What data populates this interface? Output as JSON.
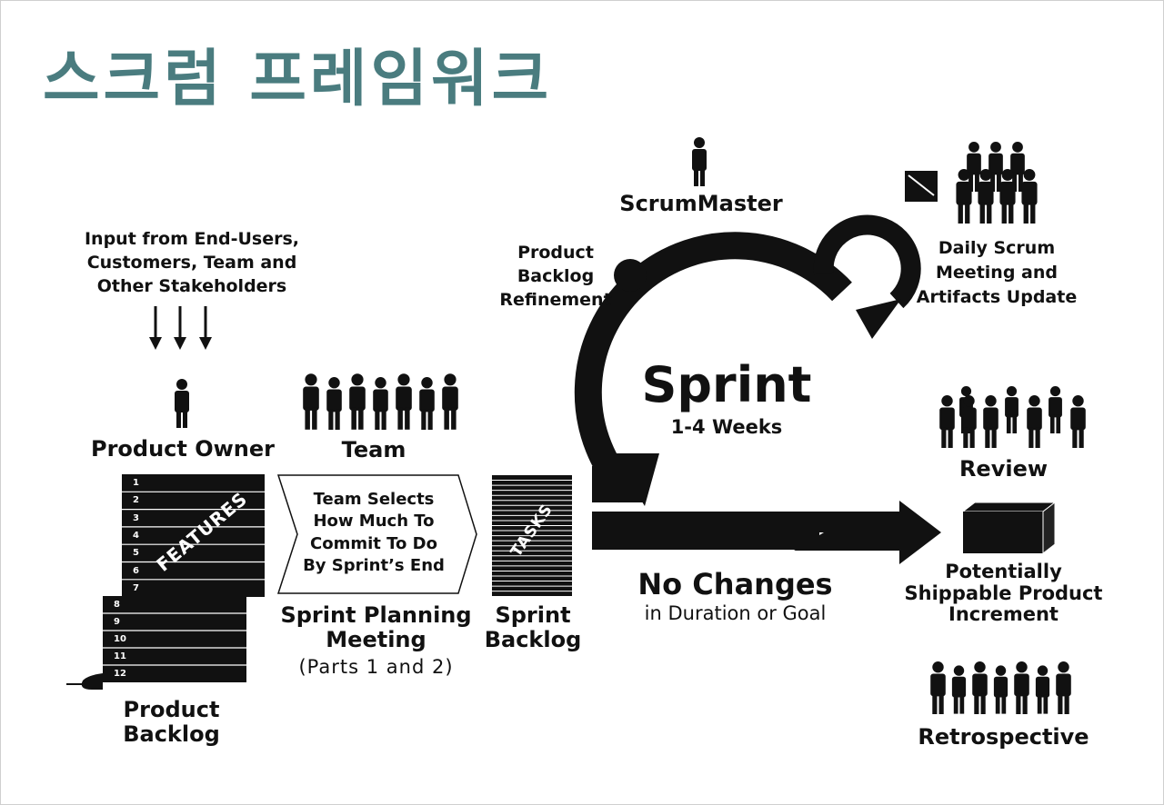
{
  "title": "스크럼 프레임워크",
  "input_text": "Input from End-Users,\nCustomers, Team and\nOther Stakeholders",
  "product_owner": "Product Owner",
  "team": "Team",
  "product_backlog": {
    "label": "Product\nBacklog",
    "ribbon": "FEATURES",
    "rows_top": [
      "1",
      "2",
      "3",
      "4",
      "5",
      "6",
      "7"
    ],
    "rows_bottom": [
      "8",
      "9",
      "10",
      "11",
      "12"
    ]
  },
  "selection_box": "Team Selects\nHow Much To\nCommit To Do\nBy Sprint’s End",
  "sprint_planning": "Sprint Planning\nMeeting",
  "sprint_planning_parts": "(Parts 1 and 2)",
  "sprint_backlog": {
    "label": "Sprint\nBacklog",
    "ribbon": "TASKS"
  },
  "scrum_master": "ScrumMaster",
  "refinement": "Product\nBacklog\nRefinement",
  "sprint": {
    "title": "Sprint",
    "duration": "1-4 Weeks"
  },
  "daily_scrum": "Daily Scrum\nMeeting and\nArtifacts Update",
  "review": "Review",
  "increment": "Potentially\nShippable Product\nIncrement",
  "no_changes": {
    "title": "No Changes",
    "subtitle": "in Duration or Goal"
  },
  "retrospective": "Retrospective",
  "colors": {
    "title": "#4a7c7f",
    "ink": "#111111",
    "background": "#ffffff"
  },
  "icons": [
    "person-icon",
    "team-icon",
    "down-arrow-icon",
    "sprint-cycle-icon",
    "flow-arrow-icon",
    "box-icon",
    "calendar-icon",
    "ball-icon"
  ]
}
